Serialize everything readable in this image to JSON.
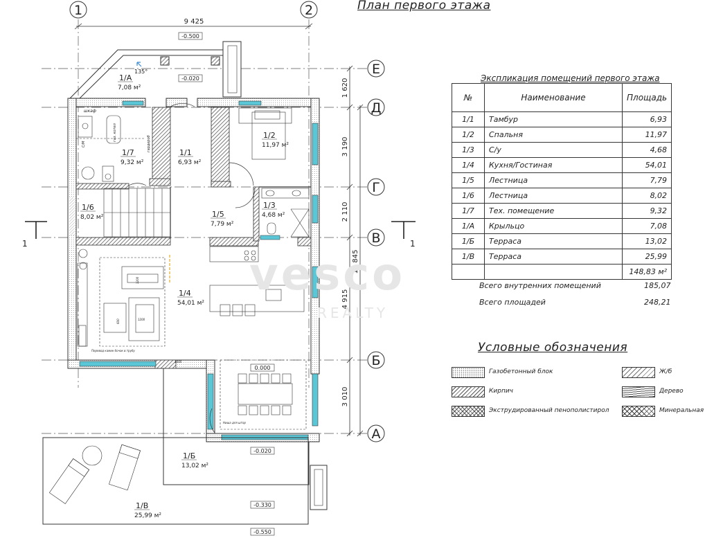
{
  "title": "План первого этажа",
  "axes": {
    "columns": [
      "1",
      "2"
    ],
    "rows": [
      "Е",
      "Д",
      "Г",
      "В",
      "Б",
      "А"
    ],
    "section_mark": "1"
  },
  "dimensions": {
    "overall_width": "9 425",
    "vertical": [
      "1 620",
      "3 190",
      "2 110",
      "4 915",
      "3 010"
    ],
    "overall_height": "14 845"
  },
  "levels": [
    "-0.500",
    "-0.020",
    "0.000",
    "-0.020",
    "-0.330",
    "-0.550"
  ],
  "rooms": [
    {
      "id": "1/А",
      "area": "7,08 м²",
      "angle": "135°"
    },
    {
      "id": "1/7",
      "area": "9,32 м²"
    },
    {
      "id": "1/1",
      "area": "6,93 м²"
    },
    {
      "id": "1/2",
      "area": "11,97 м²"
    },
    {
      "id": "1/6",
      "area": "8,02 м²"
    },
    {
      "id": "1/5",
      "area": "7,79 м²"
    },
    {
      "id": "1/3",
      "area": "4,68 м²"
    },
    {
      "id": "1/4",
      "area": "54,01 м²"
    },
    {
      "id": "1/Б",
      "area": "13,02 м²"
    },
    {
      "id": "1/В",
      "area": "25,99 м²"
    }
  ],
  "annotations": {
    "shkaf": "шкаф",
    "boiler": "газ. котел",
    "wardrobe": "гардероб",
    "sm": "С/М",
    "sofa_dim_1": "1200",
    "sofa_dim_2": "1200",
    "sofa_dim_3": "600",
    "dim_1000": "1000",
    "fireplace_note": "Перевод камин бочок в трубу",
    "niche_note": "Ниша для штор"
  },
  "explication": {
    "title": "Экспликация помещений первого этажа",
    "headers": [
      "№",
      "Наименование",
      "Площадь"
    ],
    "rows": [
      [
        "1/1",
        "Тамбур",
        "6,93"
      ],
      [
        "1/2",
        "Спальня",
        "11,97"
      ],
      [
        "1/3",
        "С/у",
        "4,68"
      ],
      [
        "1/4",
        "Кухня/Гостиная",
        "54,01"
      ],
      [
        "1/5",
        "Лестница",
        "7,79"
      ],
      [
        "1/6",
        "Лестница",
        "8,02"
      ],
      [
        "1/7",
        "Тех. помещение",
        "9,32"
      ],
      [
        "1/А",
        "Крыльцо",
        "7,08"
      ],
      [
        "1/Б",
        "Терраса",
        "13,02"
      ],
      [
        "1/В",
        "Терраса",
        "25,99"
      ]
    ],
    "sum": "148,83 м²",
    "totals": [
      {
        "label": "Всего внутренних помещений",
        "value": "185,07"
      },
      {
        "label": "Всего площадей",
        "value": "248,21"
      }
    ]
  },
  "legend": {
    "title": "Условные обозначения",
    "items": [
      {
        "label": "Газобетонный блок",
        "pattern": "dots"
      },
      {
        "label": "Ж/б",
        "pattern": "hatch2"
      },
      {
        "label": "Кирпич",
        "pattern": "hatch"
      },
      {
        "label": "Дерево",
        "pattern": "lines"
      },
      {
        "label": "Экструдированный пенополистирол",
        "pattern": "cross"
      },
      {
        "label": "Минеральная в",
        "pattern": "lattice"
      }
    ]
  },
  "watermark": {
    "main": "vesco",
    "sub": "REALTY"
  },
  "colors": {
    "line": "#333333",
    "window": "#5bc6d6",
    "wall_hatch": "#555555",
    "accent": "#3a8ad0"
  }
}
